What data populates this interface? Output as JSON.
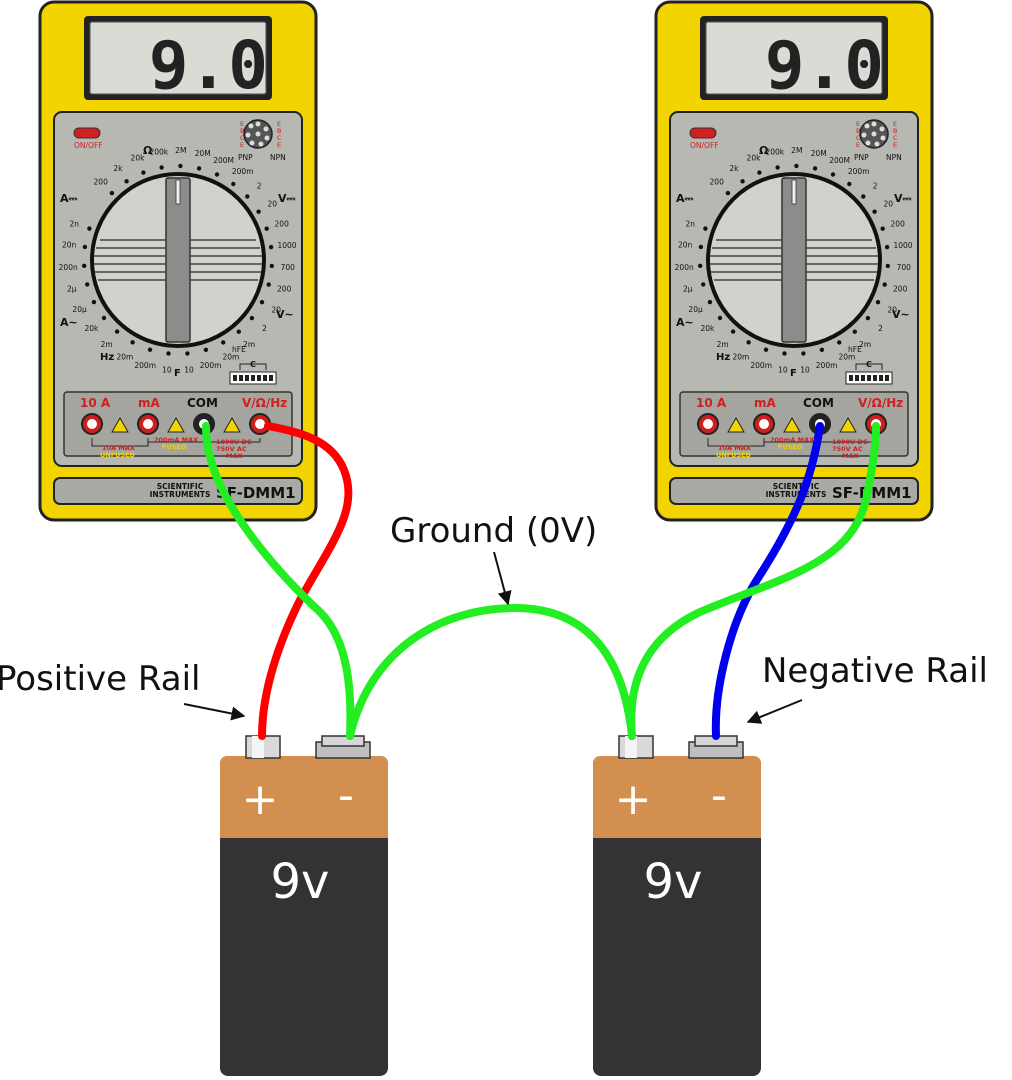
{
  "colors": {
    "meter_body": "#f2d400",
    "panel": "#b8b8b2",
    "wire_red": "#ff0000",
    "wire_green": "#22ee22",
    "wire_blue": "#0000ee",
    "battery_top": "#d38f4f",
    "battery_bottom": "#333333"
  },
  "meters": [
    {
      "display": "9.0",
      "power_label": "ON/OFF",
      "transistor": {
        "left_pins": [
          "E",
          "B",
          "C",
          "E"
        ],
        "right_pins": [
          "E",
          "B",
          "C",
          "E"
        ],
        "pnp": "PNP",
        "npn": "NPN"
      },
      "dial": {
        "ohm": "Ω",
        "dc_amps": "A⎓",
        "dc_volts": "V⎓",
        "ac_amps": "A∼",
        "ac_volts": "V∼",
        "hz": "Hz",
        "farad": "F",
        "hfe": "hFE",
        "cap": "C",
        "ranges": [
          "200",
          "2k",
          "20k",
          "200k",
          "2M",
          "20M",
          "200M",
          "200m",
          "2",
          "20",
          "200",
          "1000",
          "700",
          "200",
          "20",
          "2",
          "2m",
          "20m",
          "200m",
          "10",
          "10",
          "200m",
          "20m",
          "2m",
          "20k",
          "20μ",
          "2μ",
          "200n",
          "20n",
          "2n"
        ]
      },
      "jacks": {
        "ten_a": "10 A",
        "ma": "mA",
        "com": "COM",
        "vohm": "V/Ω/Hz",
        "note_10a": "10A MAX",
        "note_unfused": "UNFUSED",
        "note_200ma": "200mA MAX",
        "note_fused": "FUSED",
        "note_v1": "1000V DC",
        "note_v2": "750V AC",
        "note_v3": "MAX"
      },
      "brand": {
        "line1": "SCIENTIFIC",
        "line2": "INSTRUMENTS",
        "model": "SF-DMM1"
      }
    },
    {
      "display": "9.0",
      "power_label": "ON/OFF",
      "transistor": {
        "left_pins": [
          "E",
          "B",
          "C",
          "E"
        ],
        "right_pins": [
          "E",
          "B",
          "C",
          "E"
        ],
        "pnp": "PNP",
        "npn": "NPN"
      },
      "dial": {
        "ohm": "Ω",
        "dc_amps": "A⎓",
        "dc_volts": "V⎓",
        "ac_amps": "A∼",
        "ac_volts": "V∼",
        "hz": "Hz",
        "farad": "F",
        "hfe": "hFE",
        "cap": "C",
        "ranges": [
          "200",
          "2k",
          "20k",
          "200k",
          "2M",
          "20M",
          "200M",
          "200m",
          "2",
          "20",
          "200",
          "1000",
          "700",
          "200",
          "20",
          "2",
          "2m",
          "20m",
          "200m",
          "10",
          "10",
          "200m",
          "20m",
          "2m",
          "20k",
          "20μ",
          "2μ",
          "200n",
          "20n",
          "2n"
        ]
      },
      "jacks": {
        "ten_a": "10 A",
        "ma": "mA",
        "com": "COM",
        "vohm": "V/Ω/Hz",
        "note_10a": "10A MAX",
        "note_unfused": "UNFUSED",
        "note_200ma": "200mA MAX",
        "note_fused": "FUSED",
        "note_v1": "1000V DC",
        "note_v2": "750V AC",
        "note_v3": "MAX"
      },
      "brand": {
        "line1": "SCIENTIFIC",
        "line2": "INSTRUMENTS",
        "model": "SF-DMM1"
      }
    }
  ],
  "batteries": [
    {
      "label": "9v",
      "plus": "+",
      "minus": "-"
    },
    {
      "label": "9v",
      "plus": "+",
      "minus": "-"
    }
  ],
  "annotations": {
    "positive_rail": "Positive Rail",
    "ground": "Ground (0V)",
    "negative_rail": "Negative Rail"
  }
}
